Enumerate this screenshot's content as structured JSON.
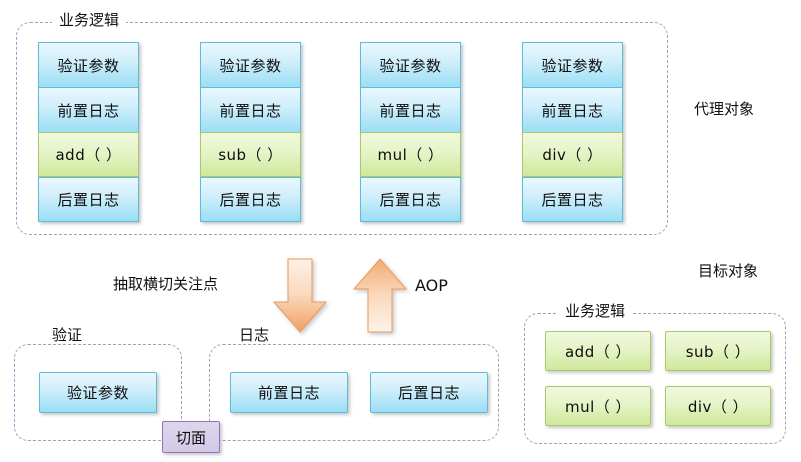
{
  "diagram": {
    "title": "Spring AOP proxy / target object diagram",
    "colors": {
      "cell_blue_top": "#e9f7fd",
      "cell_blue_bottom": "#9adef5",
      "cell_blue_border": "#5fbcd8",
      "cell_green_top": "#f1f8dd",
      "cell_green_bottom": "#cfe89b",
      "cell_green_border": "#a8c96a",
      "group_border": "#8fa6c4",
      "arrow_orange_light": "#fde3cb",
      "arrow_orange_dark": "#f0a569",
      "badge_purple": "#d3c9e8",
      "badge_purple_border": "#8c78b8",
      "background": "#ffffff",
      "text": "#111111"
    }
  },
  "proxy": {
    "group_title": "业务逻辑",
    "side_label": "代理对象",
    "columns": [
      {
        "method": "add（ ）",
        "cells": [
          "验证参数",
          "前置日志",
          "add（ ）",
          "后置日志"
        ]
      },
      {
        "method": "sub（ ）",
        "cells": [
          "验证参数",
          "前置日志",
          "sub（ ）",
          "后置日志"
        ]
      },
      {
        "method": "mul（ ）",
        "cells": [
          "验证参数",
          "前置日志",
          "mul（ ）",
          "后置日志"
        ]
      },
      {
        "method": "div（ ）",
        "cells": [
          "验证参数",
          "前置日志",
          "div（ ）",
          "后置日志"
        ]
      }
    ]
  },
  "middle": {
    "extract_label": "抽取横切关注点",
    "aop_label": "AOP",
    "down_arrow": "down-arrow",
    "up_arrow": "up-arrow"
  },
  "aspect": {
    "badge_label": "切面",
    "groups": [
      {
        "title": "验证",
        "items": [
          "验证参数"
        ]
      },
      {
        "title": "日志",
        "items": [
          "前置日志",
          "后置日志"
        ]
      }
    ]
  },
  "target": {
    "side_label": "目标对象",
    "group_title": "业务逻辑",
    "methods": [
      "add（ ）",
      "sub（ ）",
      "mul（ ）",
      "div（ ）"
    ]
  }
}
